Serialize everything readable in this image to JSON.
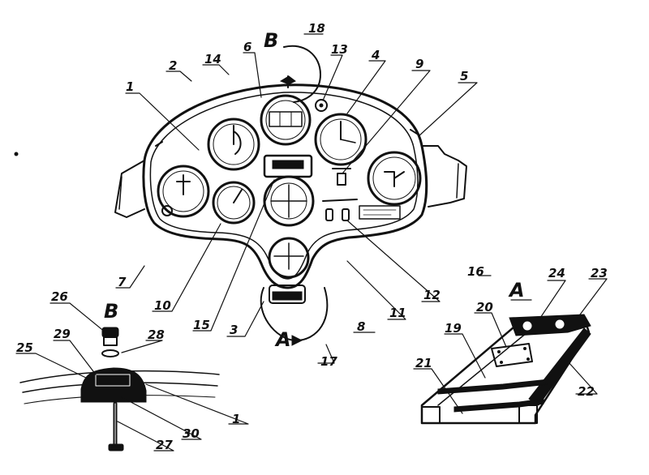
{
  "view_labels": {
    "B_top": "B",
    "A_bottom": "A",
    "A_detail": "A",
    "B_detail": "B"
  },
  "callouts": {
    "c1": "1",
    "c2": "2",
    "c3": "3",
    "c4": "4",
    "c5": "5",
    "c6": "6",
    "c7": "7",
    "c8": "8",
    "c9": "9",
    "c10": "10",
    "c11": "11",
    "c12": "12",
    "c13": "13",
    "c14": "14",
    "c15": "15",
    "c16": "16",
    "c17": "17",
    "c18": "18",
    "c19": "19",
    "c20": "20",
    "c21": "21",
    "c22": "22",
    "c23": "23",
    "c24": "24",
    "c25": "25",
    "c26": "26",
    "c27": "27",
    "c28": "28",
    "c29": "29",
    "c30": "30",
    "c1b": "1"
  },
  "colors": {
    "ink": "#111111",
    "paper": "#ffffff"
  }
}
